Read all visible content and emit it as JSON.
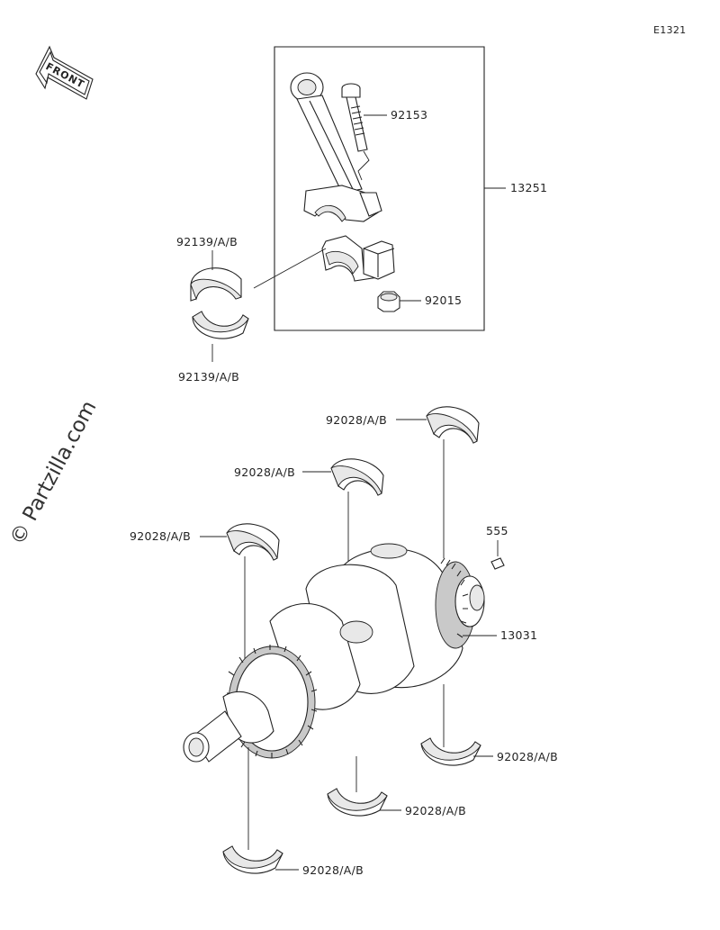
{
  "diagram_code": "E1321",
  "front_arrow": {
    "label": "FRONT",
    "icon": "front-arrow-icon"
  },
  "watermark": "© Partzilla.com",
  "callouts": {
    "bolt": "92153",
    "conrod_assy": "13251",
    "nut": "92015",
    "conrod_bearing_upper": "92139/A/B",
    "conrod_bearing_lower": "92139/A/B",
    "main_bearing_1": "92028/A/B",
    "main_bearing_2": "92028/A/B",
    "main_bearing_3": "92028/A/B",
    "main_bearing_4": "92028/A/B",
    "main_bearing_5": "92028/A/B",
    "main_bearing_6": "92028/A/B",
    "pin": "555",
    "crankshaft": "13031"
  }
}
